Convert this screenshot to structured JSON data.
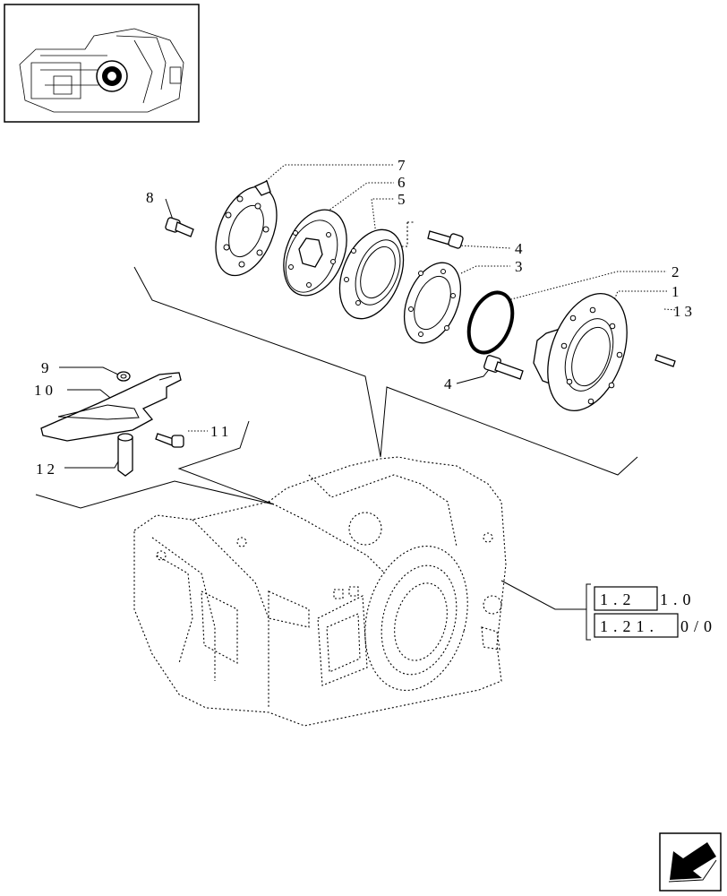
{
  "callouts": {
    "c1": "1",
    "c2": "2",
    "c3": "3",
    "c4a": "4",
    "c4b": "4",
    "c5": "5",
    "c6": "6",
    "c7": "7",
    "c8": "8",
    "c9": "9",
    "c10": "10",
    "c11": "11",
    "c12": "12",
    "c13": "13"
  },
  "references": [
    {
      "boxed": "1.2",
      "rest": "1.0"
    },
    {
      "boxed": "1.21.",
      "rest": "0/0"
    }
  ],
  "icons": {
    "thumbnail": "assembly-thumbnail-icon",
    "nav": "next-page-arrow-icon"
  }
}
